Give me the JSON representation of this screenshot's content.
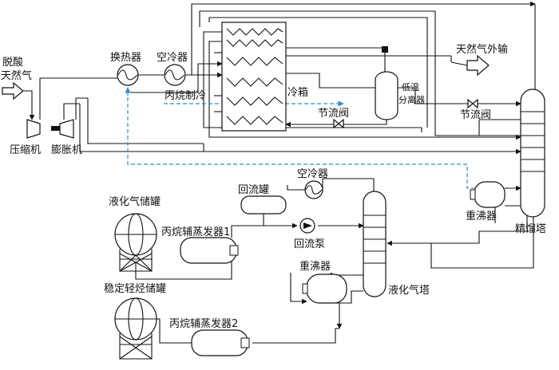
{
  "labels": {
    "deacid_1": "脱酸",
    "deacid_2": "天然气",
    "compressor": "压缩机",
    "expander": "膨胀机",
    "heat_exchanger": "换热器",
    "air_cooler_top": "空冷器",
    "propane_refrigeration": "丙烷制冷",
    "cold_box": "冷箱",
    "throttle_valve_left": "节流阀",
    "separator_1": "低温",
    "separator_2": "分离器",
    "gas_export": "天然气外输",
    "throttle_valve_right": "节流阀",
    "reboiler_right": "重沸器",
    "fractionator": "精馏塔",
    "air_cooler_mid": "空冷器",
    "reflux_drum": "回流罐",
    "reflux_pump": "回流泵",
    "lpg_tank": "液化气储罐",
    "propane_evaporator_1": "丙烷辅蒸发器1",
    "reboiler_mid": "重沸器",
    "lpg_tower": "液化气塔",
    "stable_tank": "稳定轻烃储罐",
    "propane_evaporator_2": "丙烷辅蒸发器2"
  },
  "colors": {
    "line": "#111111",
    "propane_dashed": "#2b8fd0"
  }
}
